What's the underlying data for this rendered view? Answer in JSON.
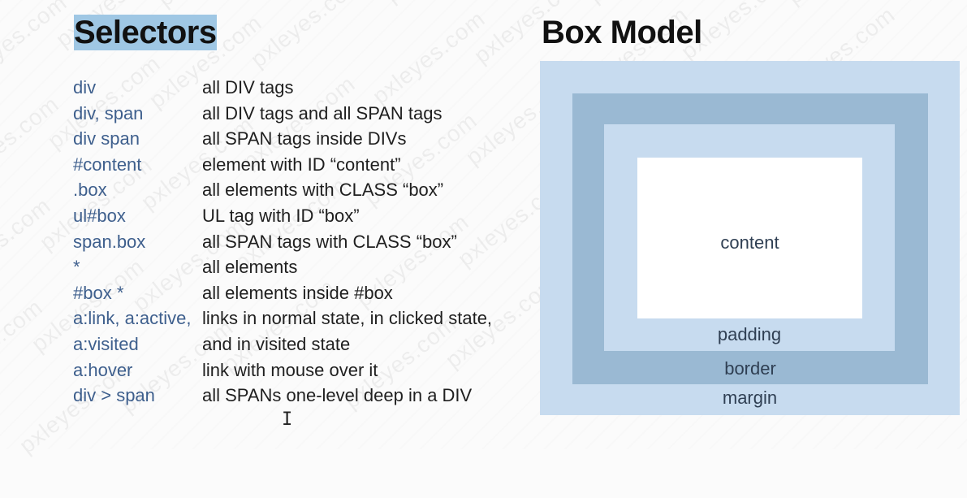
{
  "left_panel": {
    "title": "Selectors",
    "rows": [
      {
        "selector": "div",
        "description": "all DIV tags"
      },
      {
        "selector": "div, span",
        "description": "all DIV tags and all SPAN tags"
      },
      {
        "selector": "div span",
        "description": "all SPAN tags inside DIVs"
      },
      {
        "selector": "#content",
        "description": "element with ID “content”"
      },
      {
        "selector": ".box",
        "description": "all elements with CLASS “box”"
      },
      {
        "selector": "ul#box",
        "description": "UL tag with ID “box”"
      },
      {
        "selector": "span.box",
        "description": "all SPAN tags with CLASS “box”"
      },
      {
        "selector": "*",
        "description": "all elements"
      },
      {
        "selector": "#box *",
        "description": "all elements inside #box"
      },
      {
        "selector": "a:link, a:active,",
        "description": "links in normal state, in clicked state,"
      },
      {
        "selector": "a:visited",
        "description": "and in visited state"
      },
      {
        "selector": "a:hover",
        "description": "link with mouse over it"
      },
      {
        "selector": "div > span",
        "description": "all SPANs one-level deep in a DIV"
      }
    ]
  },
  "right_panel": {
    "title": "Box Model",
    "labels": {
      "content": "content",
      "padding": "padding",
      "border": "border",
      "margin": "margin"
    }
  },
  "watermark": "pxleyes.com",
  "colors": {
    "title_highlight": "#9fc7e4",
    "selector_text": "#3e5f8d",
    "margin": "#c7dbef",
    "border": "#9ab9d3",
    "padding": "#c7dbef",
    "content": "#ffffff"
  },
  "cursor": {
    "icon": "text-cursor-icon"
  }
}
